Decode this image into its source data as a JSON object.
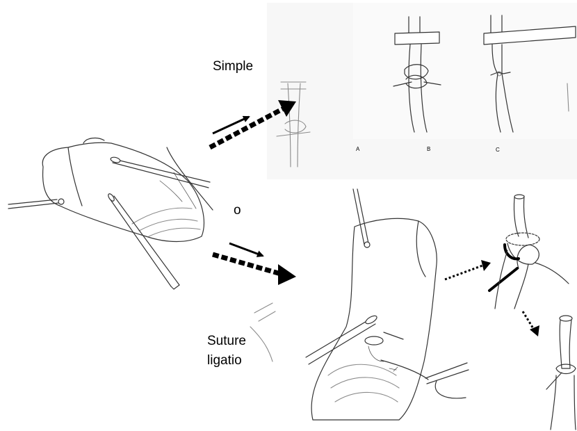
{
  "labels": {
    "simple": "Simple",
    "or": "o",
    "suture_line1": "Suture",
    "suture_line2": "ligatio",
    "panel_a": "A",
    "panel_b": "B",
    "panel_c": "C"
  },
  "colors": {
    "line_art": "#333333",
    "arrows": "#000000",
    "panel_background": "#f7f7f7"
  },
  "icons": [
    "forceps-illustration",
    "vessel-illustration",
    "ligature-knot-illustration"
  ]
}
